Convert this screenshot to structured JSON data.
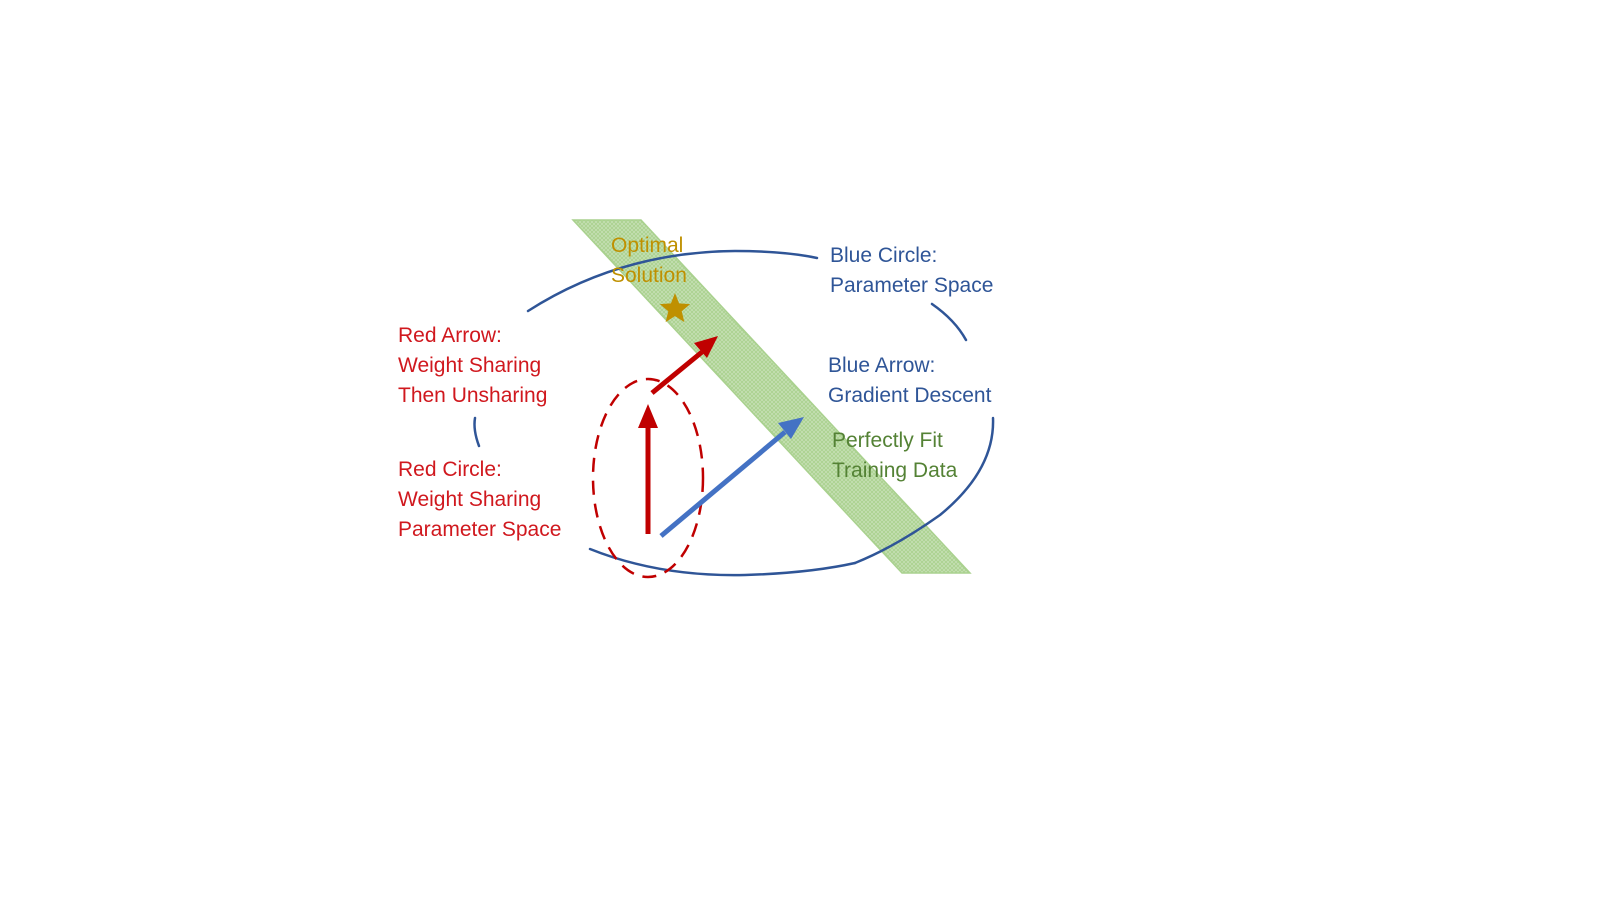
{
  "colors": {
    "red": "#d0181e",
    "dark_red": "#c00000",
    "blue": "#2f5597",
    "blue_arrow": "#4472c4",
    "green_text": "#548235",
    "green_band": "#a9d18e",
    "gold": "#bf9000"
  },
  "labels": {
    "optimal_line1": "Optimal",
    "optimal_line2": "Solution",
    "blue_circle_line1": "Blue Circle:",
    "blue_circle_line2": "Parameter Space",
    "blue_arrow_line1": "Blue Arrow:",
    "blue_arrow_line2": "Gradient Descent",
    "perfect_fit_line1": "Perfectly Fit",
    "perfect_fit_line2": "Training Data",
    "red_arrow_line1": "Red Arrow:",
    "red_arrow_line2": "Weight Sharing",
    "red_arrow_line3": "Then Unsharing",
    "red_circle_line1": "Red Circle:",
    "red_circle_line2": "Weight Sharing",
    "red_circle_line3": "Parameter Space"
  },
  "icons": {
    "optimal_marker": "star-icon"
  }
}
